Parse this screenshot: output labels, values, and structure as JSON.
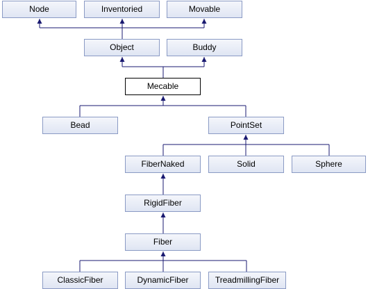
{
  "nodes": {
    "node": "Node",
    "inventoried": "Inventoried",
    "movable": "Movable",
    "object": "Object",
    "buddy": "Buddy",
    "mecable": "Mecable",
    "bead": "Bead",
    "pointset": "PointSet",
    "fibernaked": "FiberNaked",
    "solid": "Solid",
    "sphere": "Sphere",
    "rigidfiber": "RigidFiber",
    "fiber": "Fiber",
    "classicfiber": "ClassicFiber",
    "dynamicfiber": "DynamicFiber",
    "treadmillingfiber": "TreadmillingFiber"
  },
  "colors": {
    "edge": "#191970",
    "node_border": "#8a9ac4",
    "current_border": "#000000"
  }
}
